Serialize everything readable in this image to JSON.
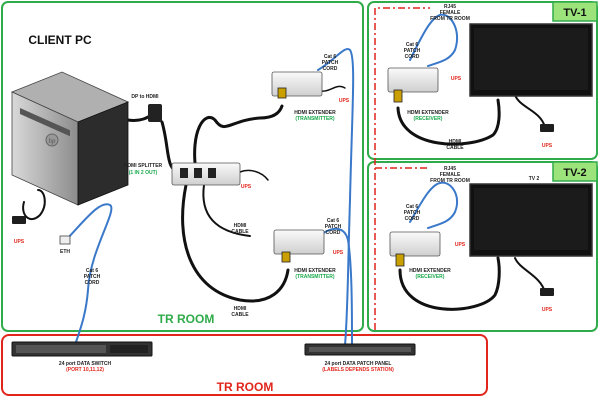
{
  "colors": {
    "green": "#2fab4a",
    "red": "#e1251b",
    "cable_blue": "#3a78c9",
    "tv_tag": "#9be37a",
    "transmitter_label": "#18a94b",
    "receiver_label": "#18a94b",
    "splitter_label": "#18a94b",
    "switch_port_label": "#e1251b",
    "patch_label": "#e1251b"
  },
  "zones": {
    "tr_room_green": "TR ROOM",
    "tr_room_red": "TR ROOM",
    "client_pc": "CLIENT PC",
    "tv1": "TV-1",
    "tv2": "TV-2"
  },
  "labels": {
    "dp_to_hdmi": "DP to HDMI",
    "splitter_title": "HDMI SPLITTER",
    "splitter_sub": "(1 IN 2 OUT)",
    "hdmi_cable": "HDMI",
    "hdmi_cable2": "CABLE",
    "cat6_1": "Cat 6",
    "cat6_2": "PATCH",
    "cat6_3": "CORD",
    "ups": "UPS",
    "eth": "ETH",
    "extender": "HDMI EXTENDER",
    "transmitter": "(TRANSMITTER)",
    "receiver": "(RECEIVER)",
    "rj45_1": "RJ45",
    "rj45_2": "FEMALE",
    "rj45_3": "FROM TR ROOM",
    "tv2_name": "TV 2",
    "switch_title": "24 port DATA SWITCH",
    "switch_ports": "(PORT 10,11,12)",
    "patch_title": "24 port DATA PATCH PANEL",
    "patch_sub": "(LABELS DEPENDS STATION)"
  }
}
